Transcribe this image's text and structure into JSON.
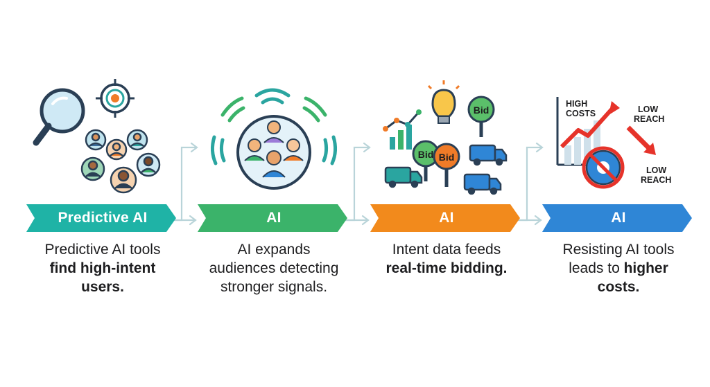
{
  "steps": [
    {
      "banner": "Predictive AI",
      "color": "#1fb3a6",
      "caption_plain": "Predictive AI tools",
      "caption_bold": "find high-intent users."
    },
    {
      "banner": "AI",
      "color": "#3bb36a",
      "caption_plain": "AI expands audiences detecting stronger signals.",
      "caption_bold": ""
    },
    {
      "banner": "AI",
      "color": "#f28a1c",
      "caption_plain": "Intent data feeds",
      "caption_bold": "real-time bidding."
    },
    {
      "banner": "AI",
      "color": "#2f86d6",
      "caption_plain": "Resisting AI tools leads to",
      "caption_bold": "higher",
      "caption_bold2": "costs."
    }
  ],
  "labels": {
    "bid1": "Bid",
    "bid2": "Bid",
    "bid3": "Bid",
    "high_costs_1": "HIGH",
    "high_costs_2": "COSTS",
    "low_reach_a1": "LOW",
    "low_reach_a2": "REACH",
    "low_reach_b1": "LOW",
    "low_reach_b2": "REACH"
  },
  "icons": {
    "step1": [
      "magnifier-icon",
      "target-icon",
      "user-group-icon"
    ],
    "step2": [
      "broadcast-signal-icon",
      "audience-group-icon"
    ],
    "step3": [
      "line-chart-icon",
      "lightbulb-icon",
      "bid-paddle-icon",
      "delivery-truck-icon"
    ],
    "step4": [
      "rising-cost-chart-icon",
      "falling-reach-arrow-icon",
      "no-ai-icon"
    ]
  }
}
